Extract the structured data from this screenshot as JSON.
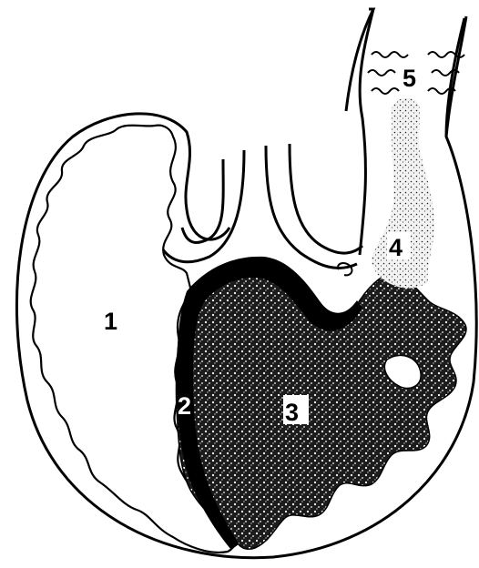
{
  "diagram": {
    "labels": [
      {
        "id": "region-1",
        "text": "1",
        "color": "#000000"
      },
      {
        "id": "region-2",
        "text": "2",
        "color": "#ffffff"
      },
      {
        "id": "region-3",
        "text": "3",
        "color": "#000000"
      },
      {
        "id": "region-4",
        "text": "4",
        "color": "#000000"
      },
      {
        "id": "region-5",
        "text": "5",
        "color": "#000000"
      }
    ],
    "colors": {
      "outline": "#000000",
      "background": "#ffffff",
      "stipple_dark": "#1a1a1a",
      "stipple_light": "#d9d9d9"
    }
  }
}
